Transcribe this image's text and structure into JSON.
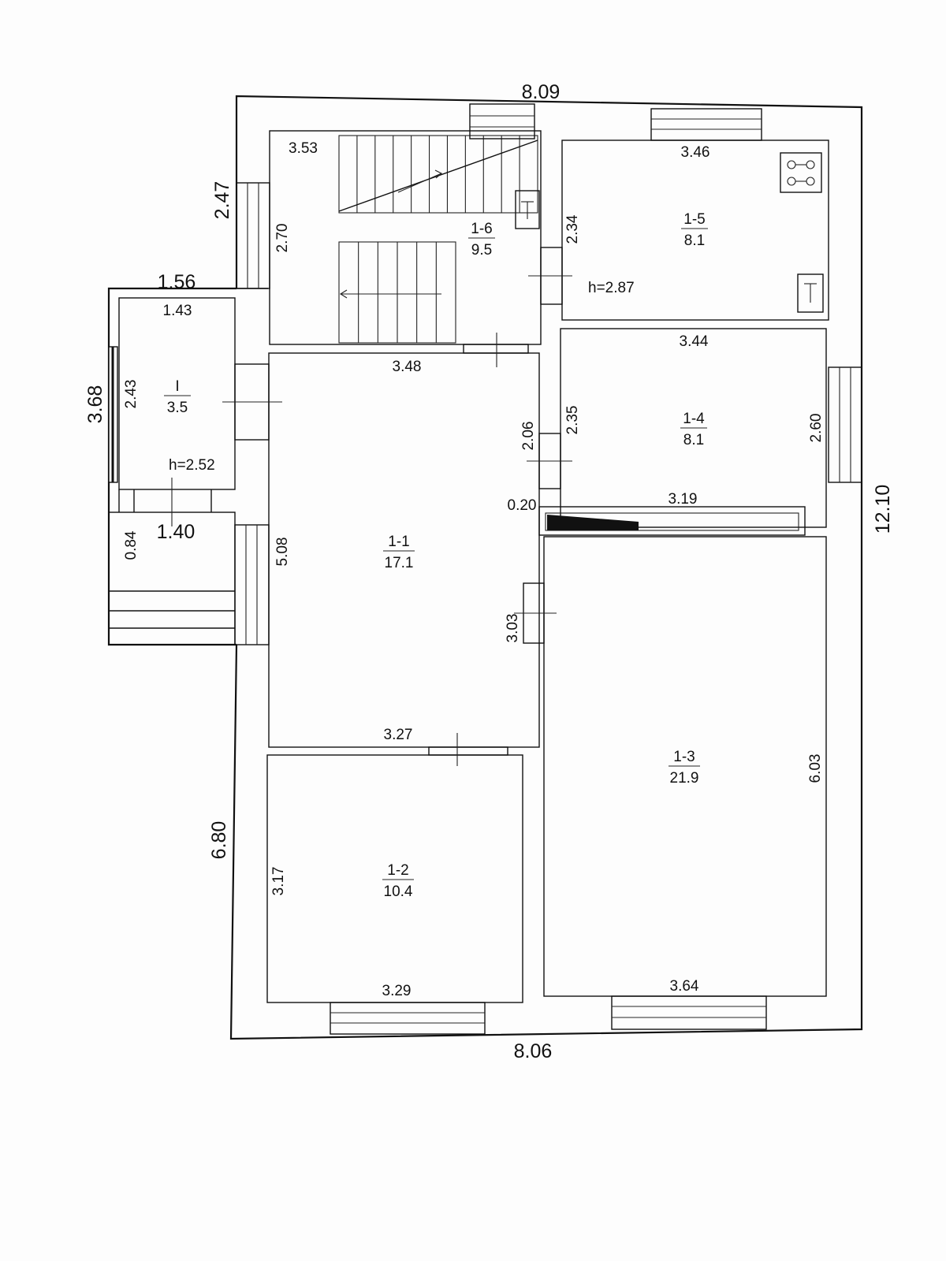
{
  "overall": {
    "top": "8.09",
    "bottom": "8.06",
    "right": "12.10",
    "left_upper": "2.47",
    "left_lower": "6.80"
  },
  "porch": {
    "width_outer": "1.56",
    "height_outer": "3.68",
    "step_height": "1.40",
    "step_depth": "0.84"
  },
  "rooms": [
    {
      "code": "1-6",
      "area": "9.5"
    },
    {
      "code": "1-5",
      "area": "8.1"
    },
    {
      "code": "I",
      "area": "3.5"
    },
    {
      "code": "1-4",
      "area": "8.1"
    },
    {
      "code": "1-1",
      "area": "17.1"
    },
    {
      "code": "1-3",
      "area": "21.9"
    },
    {
      "code": "1-2",
      "area": "10.4"
    }
  ],
  "dims": {
    "r16_width": "3.53",
    "r16_height": "2.70",
    "r15_width": "3.46",
    "r15_height": "2.34",
    "r15_ceiling": "h=2.87",
    "rI_width": "1.43",
    "rI_height": "2.43",
    "rI_ceiling": "h=2.52",
    "r14_width": "3.44",
    "r14_height_l": "2.35",
    "r14_height_r": "2.60",
    "r14_bottom": "3.19",
    "r11_width": "3.48",
    "r11_height": "5.08",
    "r11_bottom": "3.27",
    "r11_side_upper": "2.06",
    "r11_side_lower": "3.03",
    "chimney_wall": "0.20",
    "r13_height": "6.03",
    "r13_width": "3.64",
    "r12_height": "3.17",
    "r12_width": "3.29"
  },
  "colors": {
    "line": "#111111",
    "paper": "#fdfdfd"
  }
}
